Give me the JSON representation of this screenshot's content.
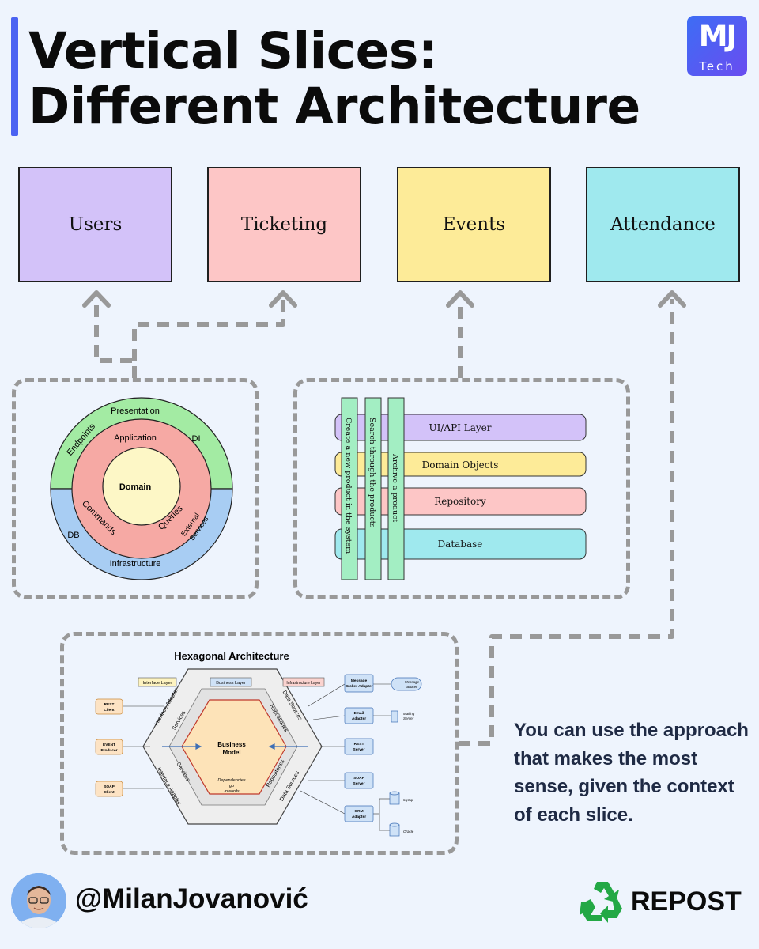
{
  "header": {
    "title_line1": "Vertical Slices:",
    "title_line2": "Different Architecture",
    "logo_top": "MJ",
    "logo_bottom": "Tech"
  },
  "slices": [
    {
      "label": "Users",
      "color": "#d3c2f9"
    },
    {
      "label": "Ticketing",
      "color": "#fdc6c6"
    },
    {
      "label": "Events",
      "color": "#fdeb98"
    },
    {
      "label": "Attendance",
      "color": "#9fe9ee"
    }
  ],
  "clean_architecture": {
    "presentation": "Presentation",
    "endpoints": "Endpoints",
    "di": "DI",
    "application": "Application",
    "domain": "Domain",
    "commands": "Commands",
    "queries": "Queries",
    "external_services_1": "External",
    "external_services_2": "Services",
    "db": "DB",
    "infrastructure": "Infrastructure",
    "colors": {
      "green": "#a3eba3",
      "blue": "#a8cdf3",
      "red": "#f6a9a4",
      "yellow": "#fdf7c6"
    }
  },
  "layered": {
    "layers": [
      {
        "label": "UI/API Layer",
        "color": "#d3c2f9"
      },
      {
        "label": "Domain Objects",
        "color": "#fdeb98"
      },
      {
        "label": "Repository",
        "color": "#fdc6c6"
      },
      {
        "label": "Database",
        "color": "#9fe9ee"
      }
    ],
    "features": [
      "Create a new product in the system",
      "Search through the products",
      "Archive a product"
    ],
    "feature_color": "#a3eec3"
  },
  "hexagonal": {
    "title": "Hexagonal Architecture",
    "interface_layer": "Interface Layer",
    "business_layer": "Business Layer",
    "infrastructure_layer": "Infrastructure Layer",
    "interface_adapter": "Interface Adapter",
    "services": "Services",
    "data_sources": "Data Sources",
    "repositories": "Repositories",
    "business_model_1": "Business",
    "business_model_2": "Model",
    "dependencies_1": "Dependencies",
    "dependencies_2": "go",
    "dependencies_3": "Inwards",
    "clients": [
      [
        "REST",
        "Client"
      ],
      [
        "EVENT",
        "Producer"
      ],
      [
        "SOAP",
        "Client"
      ]
    ],
    "adapters": [
      [
        "Message",
        "Broker Adapter"
      ],
      [
        "Email",
        "Adapter"
      ],
      [
        "REST",
        "Server"
      ],
      [
        "SOAP",
        "Server"
      ],
      [
        "ORM",
        "Adapter"
      ]
    ],
    "externals": {
      "message_broker": [
        "Message",
        "Broker"
      ],
      "mailing_server": [
        "Mailing",
        "Server"
      ],
      "mysql": "MySql",
      "oracle": "Oracle"
    }
  },
  "bottom_text": "You can use the approach that makes the most sense, given the context of each slice.",
  "footer": {
    "handle": "@MilanJovanović",
    "repost": "REPOST",
    "repost_color": "#23a845"
  }
}
